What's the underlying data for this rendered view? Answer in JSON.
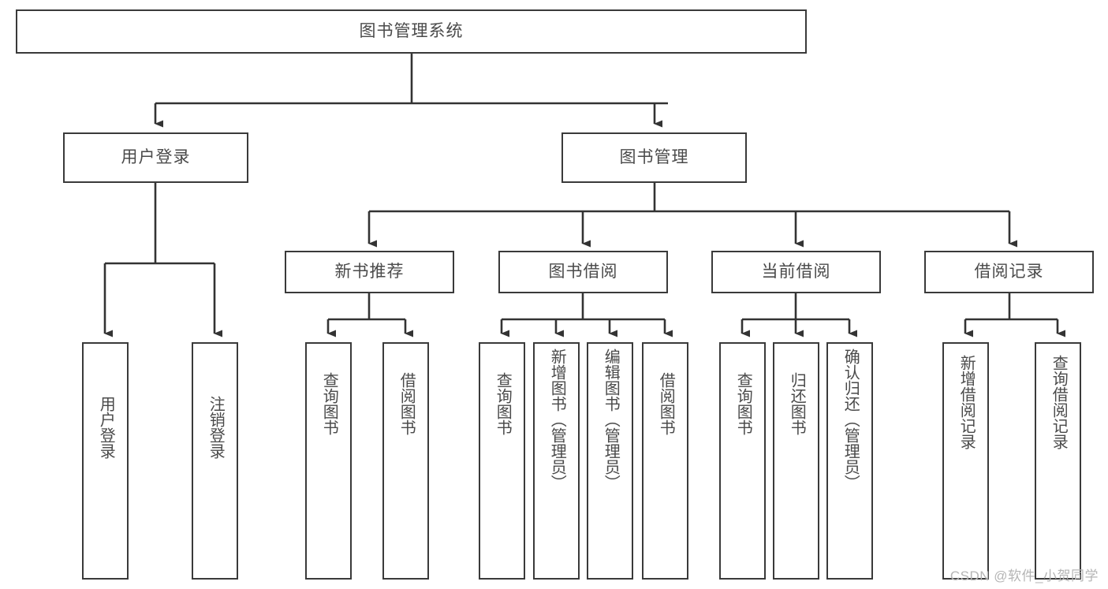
{
  "diagram": {
    "title": "图书管理系统",
    "type": "tree",
    "watermark": "CSDN @软件_小贺同学",
    "colors": {
      "box_border": "#3a3a3a",
      "box_fill": "#ffffff",
      "text": "#4a4a4a",
      "edge": "#333333",
      "watermark": "#b5b5b5",
      "background": "#ffffff"
    },
    "root": {
      "label": "图书管理系统"
    },
    "level2": [
      {
        "label": "用户登录"
      },
      {
        "label": "图书管理"
      }
    ],
    "level3": [
      {
        "label": "新书推荐"
      },
      {
        "label": "图书借阅"
      },
      {
        "label": "当前借阅"
      },
      {
        "label": "借阅记录"
      }
    ],
    "leaves": {
      "user_login": [
        {
          "label": "用户登录"
        },
        {
          "label": "注销登录"
        }
      ],
      "new_book": [
        {
          "label": "查询图书"
        },
        {
          "label": "借阅图书"
        }
      ],
      "book_borrow": [
        {
          "label": "查询图书"
        },
        {
          "label": "新增图书（管理员）"
        },
        {
          "label": "编辑图书（管理员）"
        },
        {
          "label": "借阅图书"
        }
      ],
      "current_borrow": [
        {
          "label": "查询图书"
        },
        {
          "label": "归还图书"
        },
        {
          "label": "确认归还（管理员）"
        }
      ],
      "borrow_record": [
        {
          "label": "新增借阅记录"
        },
        {
          "label": "查询借阅记录"
        }
      ]
    }
  }
}
